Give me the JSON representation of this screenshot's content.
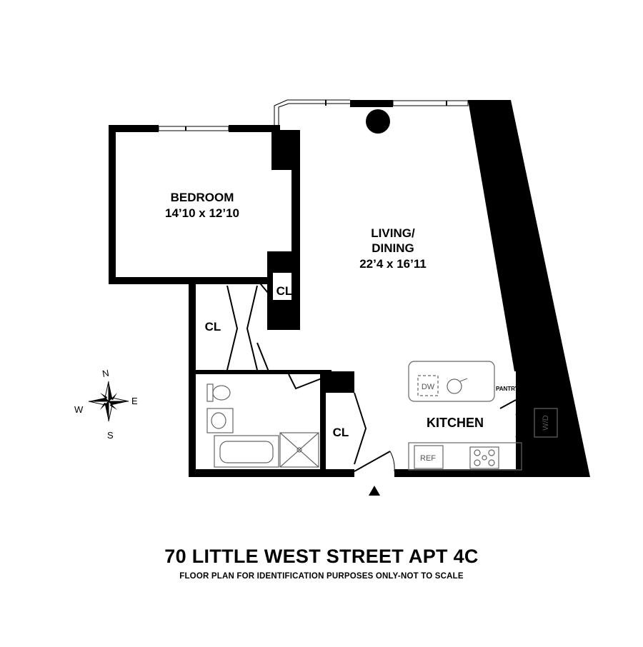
{
  "title": "70 LITTLE WEST STREET APT 4C",
  "subtitle": "FLOOR PLAN FOR IDENTIFICATION PURPOSES ONLY-NOT TO SCALE",
  "rooms": {
    "bedroom": {
      "name": "BEDROOM",
      "size": "14’10 x 12’10"
    },
    "living": {
      "name_line1": "LIVING/",
      "name_line2": "DINING",
      "size": "22’4 x 16’11"
    },
    "kitchen": {
      "name": "KITCHEN"
    },
    "closet_upper": "CL",
    "closet_left": "CL",
    "closet_lower": "CL",
    "pantry": "PANTRY"
  },
  "appliances": {
    "dishwasher": "DW",
    "washer_dryer": "W/D",
    "refrigerator": "REF"
  },
  "compass": {
    "north": "N",
    "south": "S",
    "east": "E",
    "west": "W"
  },
  "colors": {
    "wall": "#000000",
    "fixture": "#666666",
    "background": "#ffffff"
  },
  "icons": {
    "entry": "entry-arrow-icon",
    "compass": "compass-rose-icon",
    "column": "column"
  }
}
